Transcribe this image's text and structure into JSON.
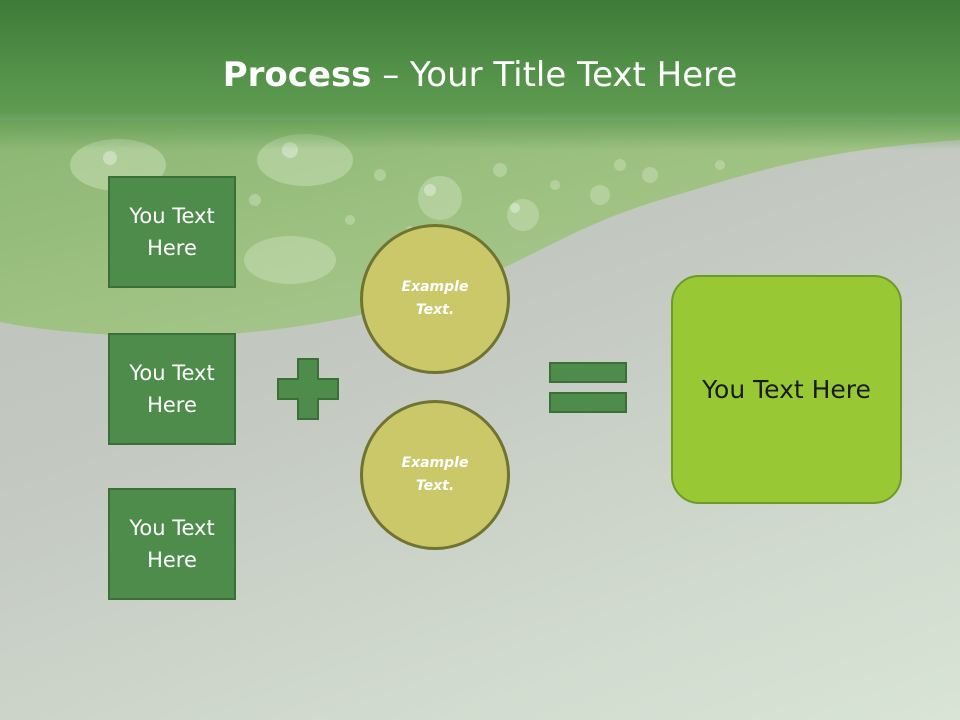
{
  "slide": {
    "title_bold": "Process",
    "title_rest": " – Your Title Text Here"
  },
  "inputs": [
    {
      "label": "You Text Here"
    },
    {
      "label": "You Text Here"
    },
    {
      "label": "You Text Here"
    }
  ],
  "circles": [
    {
      "label": "Example Text."
    },
    {
      "label": "Example Text."
    }
  ],
  "operators": {
    "plus_icon": "plus-sign",
    "equals_icon": "equals-sign"
  },
  "result": {
    "label": "You Text Here"
  },
  "colors": {
    "title_band": "#4f8e45",
    "input_fill": "#4e8c4b",
    "circle_fill": "#cbc86a",
    "result_fill": "#98c934"
  }
}
